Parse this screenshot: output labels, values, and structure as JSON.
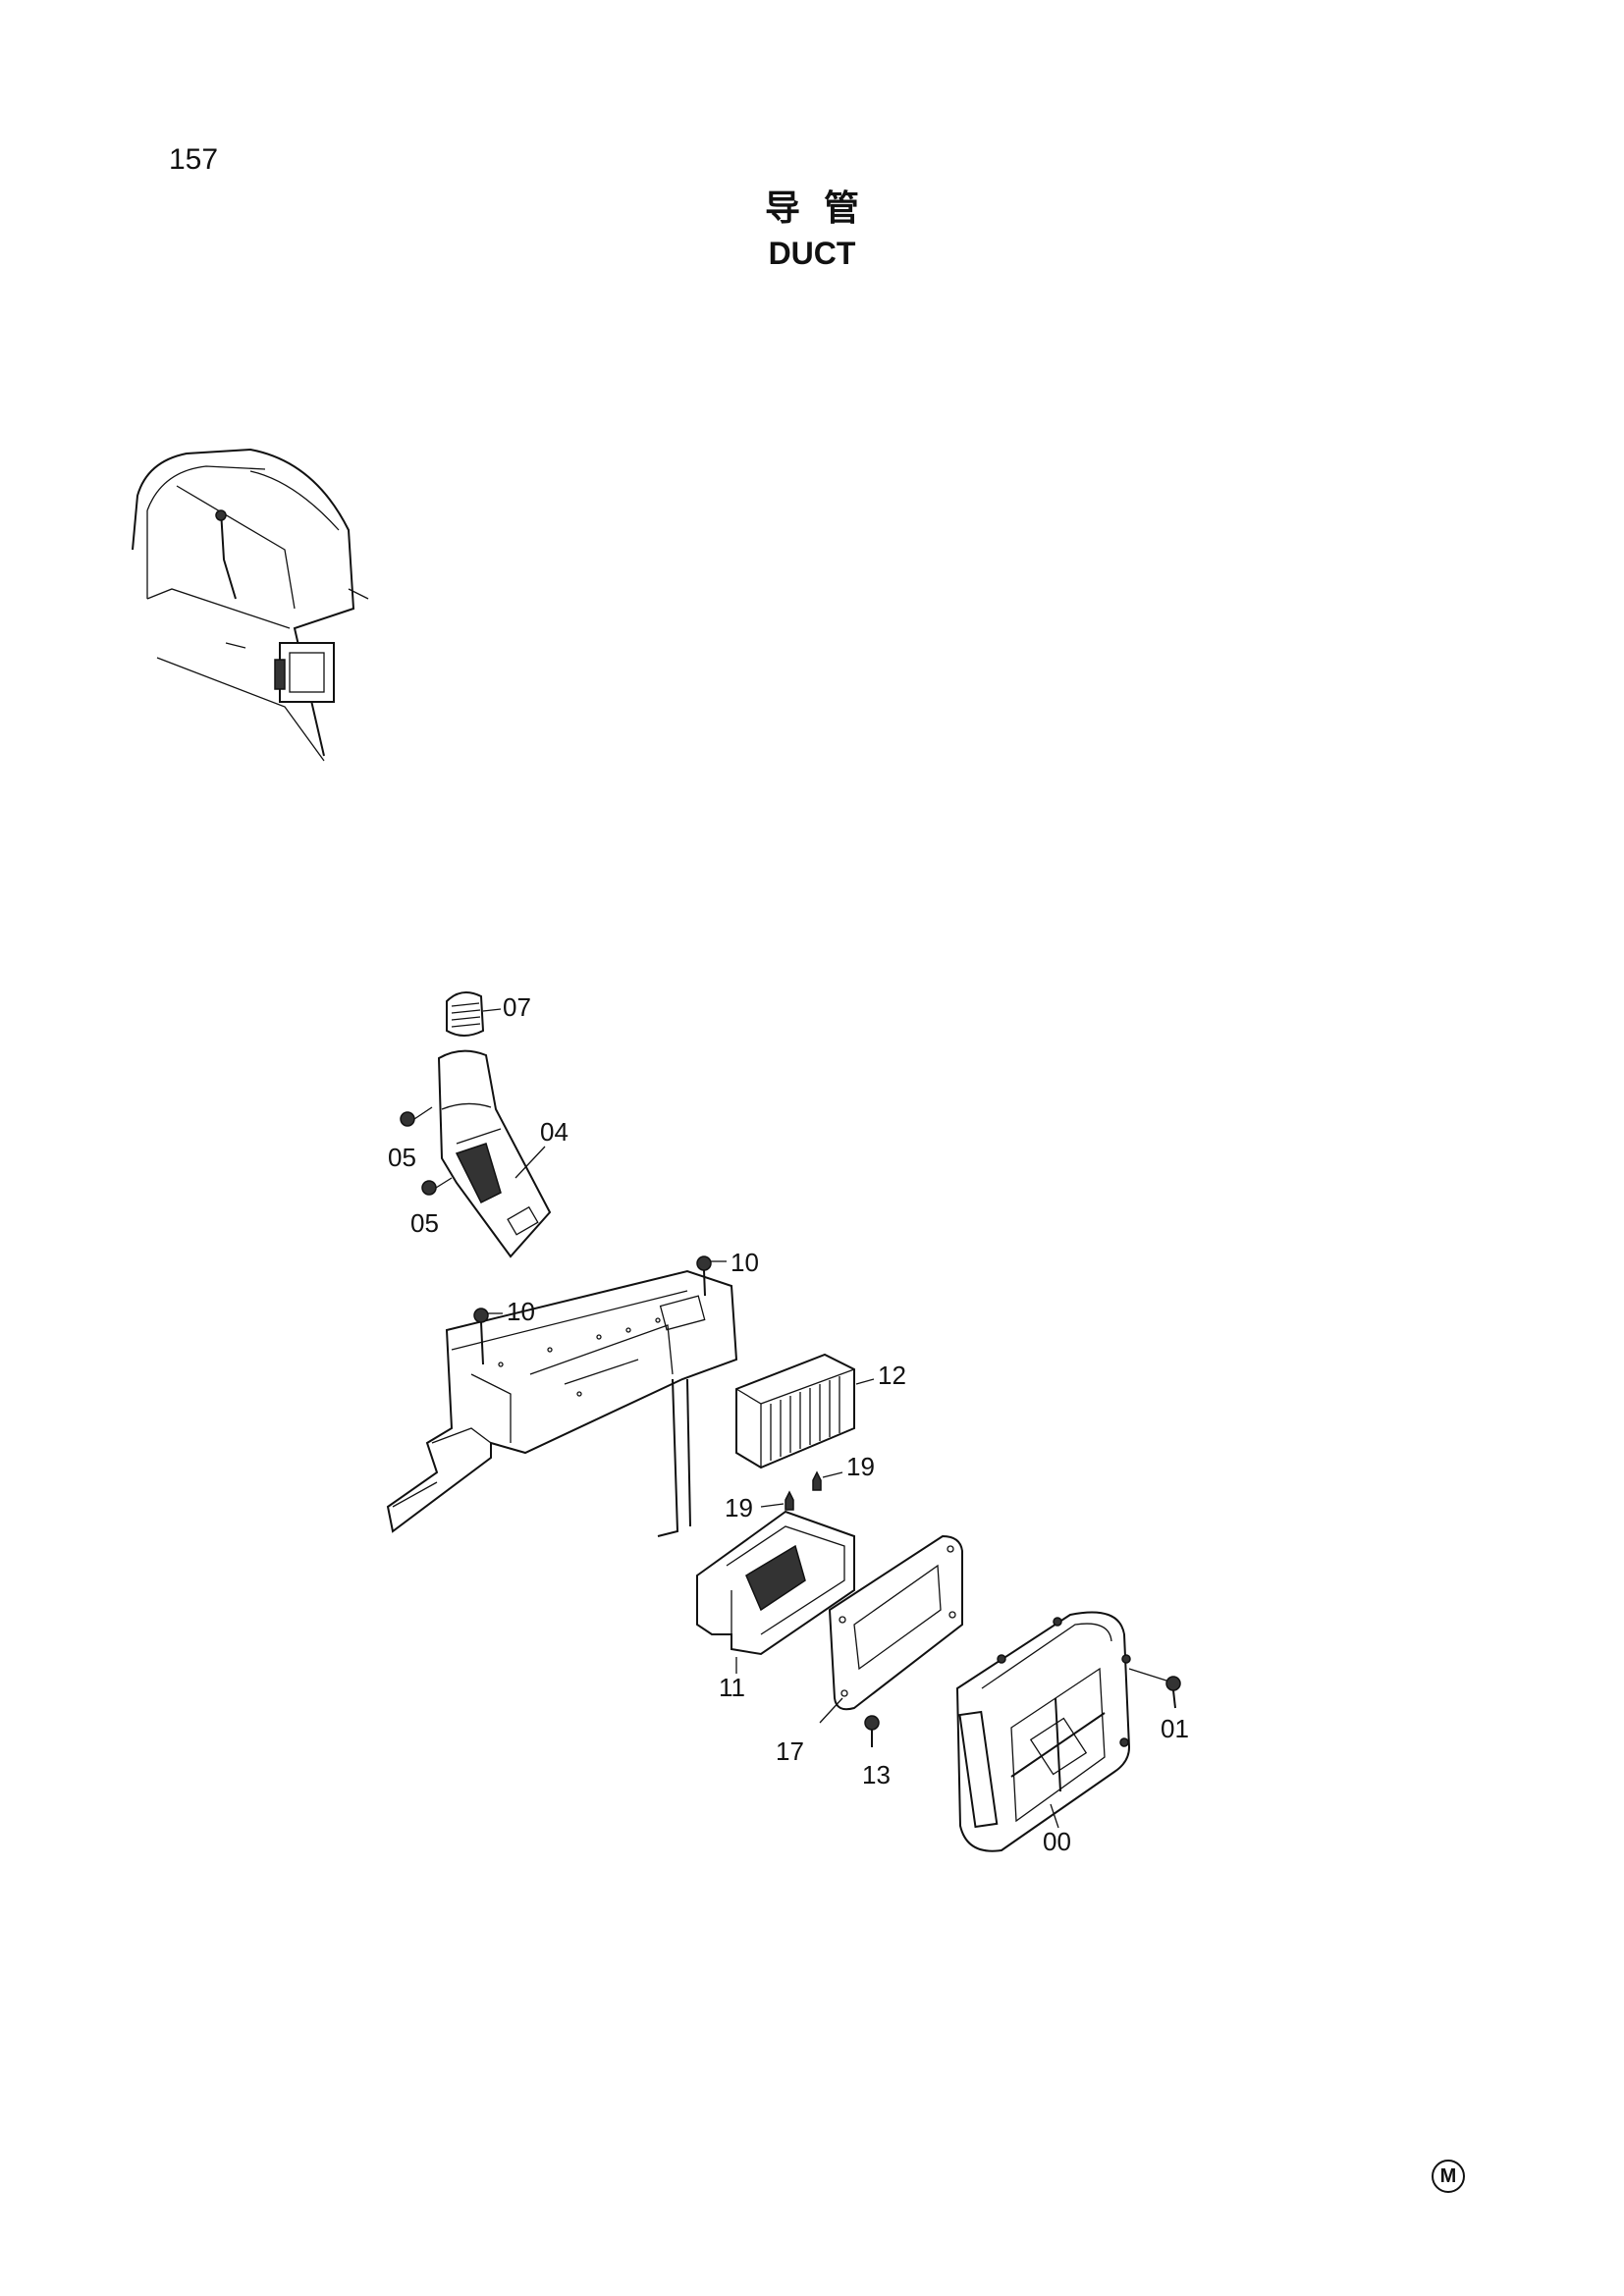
{
  "page_number": "157",
  "title_cn": "导管",
  "title_en": "DUCT",
  "callouts": {
    "c07": "07",
    "c04": "04",
    "c05a": "05",
    "c05b": "05",
    "c10a": "10",
    "c10b": "10",
    "c12": "12",
    "c19a": "19",
    "c19b": "19",
    "c11": "11",
    "c17": "17",
    "c13": "13",
    "c01": "01",
    "c00": "00"
  },
  "mark_symbol": "M"
}
